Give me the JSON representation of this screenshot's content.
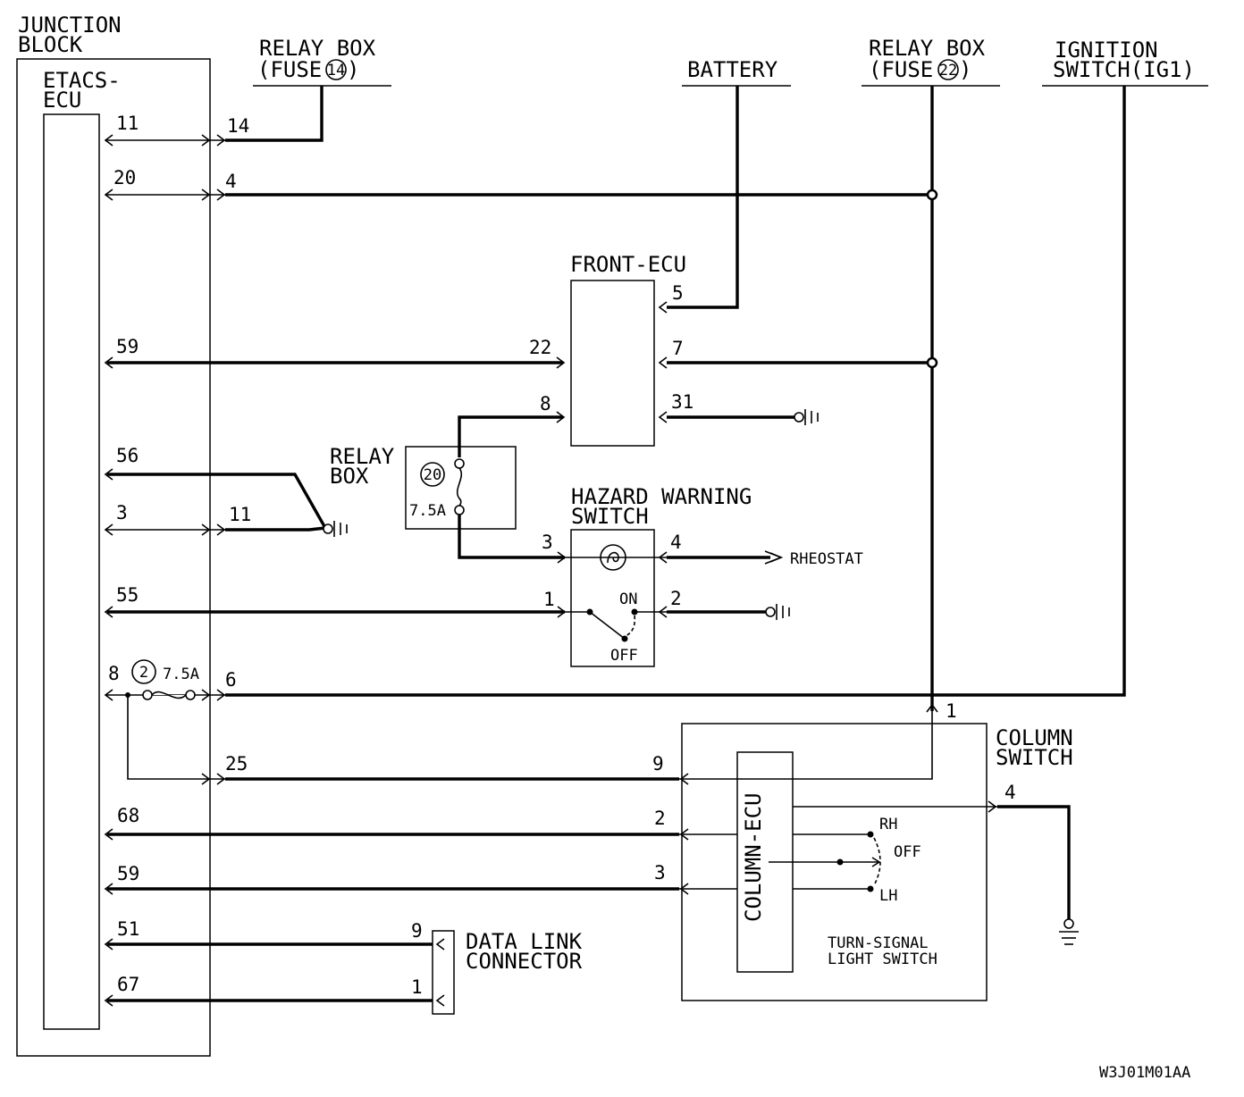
{
  "labels": {
    "junction_block": [
      "JUNCTION",
      "BLOCK"
    ],
    "etacs_ecu": [
      "ETACS-",
      "ECU"
    ],
    "relay_box_fuse14": [
      "RELAY BOX",
      "(FUSE",
      "14",
      ")"
    ],
    "battery": "BATTERY",
    "relay_box_fuse22": [
      "RELAY BOX",
      "(FUSE",
      "22",
      ")"
    ],
    "ignition_switch": [
      "IGNITION",
      "SWITCH(IG1)"
    ],
    "front_ecu": "FRONT-ECU",
    "relay_box": [
      "RELAY",
      "BOX"
    ],
    "relay_fuse_no": "20",
    "relay_fuse_rating": "7.5A",
    "hazard_switch": [
      "HAZARD WARNING",
      "SWITCH"
    ],
    "rheostat": "RHEOSTAT",
    "hazard_on": "ON",
    "hazard_off": "OFF",
    "jb_fuse_no": "2",
    "jb_fuse_rating": "7.5A",
    "column_switch": [
      "COLUMN",
      "SWITCH"
    ],
    "column_ecu": "COLUMN-ECU",
    "turn_rh": "RH",
    "turn_off": "OFF",
    "turn_lh": "LH",
    "turn_signal_switch": [
      "TURN-SIGNAL",
      "LIGHT SWITCH"
    ],
    "data_link_connector": [
      "DATA LINK",
      "CONNECTOR"
    ],
    "drawing_code": "W3J01M01AA"
  },
  "pins": {
    "ecu": [
      "11",
      "20",
      "59",
      "56",
      "3",
      "55",
      "8",
      "68",
      "59",
      "51",
      "67"
    ],
    "jb_right": [
      "14",
      "4",
      "11",
      "6",
      "25"
    ],
    "front_ecu_left": [
      "22",
      "8"
    ],
    "front_ecu_right": [
      "5",
      "7",
      "31"
    ],
    "hazard_left": [
      "3",
      "1"
    ],
    "hazard_right": [
      "4",
      "2"
    ],
    "column_left": [
      "9",
      "2",
      "3"
    ],
    "column_top": "1",
    "column_right": "4",
    "dlc": [
      "9",
      "1"
    ]
  }
}
